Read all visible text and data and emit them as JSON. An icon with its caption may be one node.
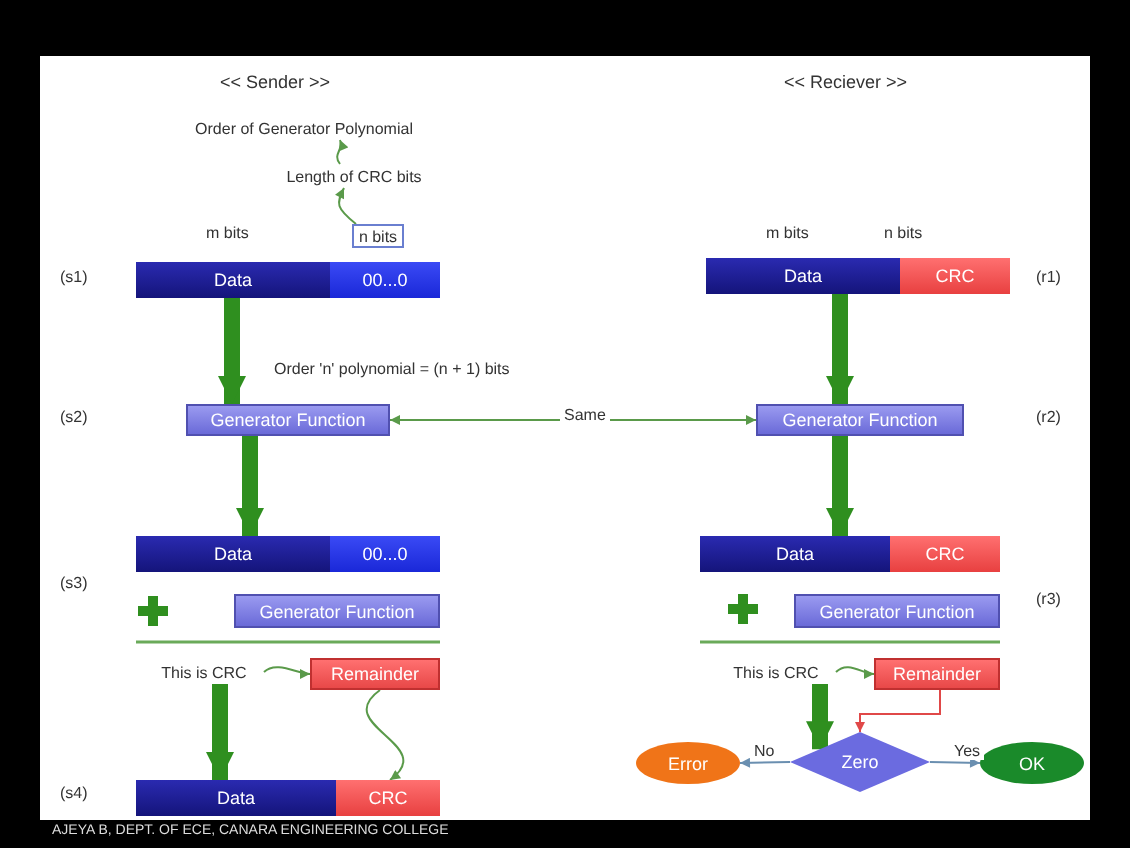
{
  "diagram": {
    "nodes": [
      {
        "text": [
          "Order of Generator Polynomial"
        ]
      },
      {
        "text": [
          "Length of CRC bits"
        ]
      },
      {
        "text": [
          "n bits"
        ]
      },
      {
        "text": [
          "Data"
        ]
      },
      {
        "text": [
          "00...0"
        ]
      },
      {
        "text": [
          "Generator Function"
        ]
      },
      {
        "text": [
          "Data"
        ]
      },
      {
        "text": [
          "00...0"
        ]
      },
      {
        "text": [
          "Generator Function"
        ]
      },
      {
        "text": [
          "This is CRC"
        ]
      },
      {
        "text": [
          "Remainder"
        ]
      },
      {
        "text": [
          "Data"
        ]
      },
      {
        "text": [
          "CRC"
        ]
      },
      {
        "text": [
          "Data"
        ]
      },
      {
        "text": [
          "CRC"
        ]
      },
      {
        "text": [
          "Generator Function"
        ]
      },
      {
        "text": [
          "Data"
        ]
      },
      {
        "text": [
          "CRC"
        ]
      },
      {
        "text": [
          "Generator Function"
        ]
      },
      {
        "text": [
          "This is CRC"
        ]
      },
      {
        "text": [
          "Remainder"
        ]
      },
      {
        "text": [
          "Zero"
        ]
      },
      {
        "text": [
          "Error"
        ]
      },
      {
        "text": [
          "OK"
        ]
      }
    ],
    "edges": [
      {
        "from": 1,
        "to": 0,
        "arrow": "to"
      },
      {
        "from": 2,
        "to": 1,
        "arrow": "to"
      },
      {
        "from": 3,
        "to": 5,
        "arrow": "to",
        "style": "thick",
        "color": "#2f8f1f"
      },
      {
        "from": 5,
        "to": 6,
        "arrow": "to",
        "style": "thick",
        "color": "#2f8f1f"
      },
      {
        "from": 9,
        "to": 10,
        "arrow": "to"
      },
      {
        "from": 9,
        "to": 11,
        "arrow": "to",
        "style": "thick",
        "color": "#2f8f1f"
      },
      {
        "from": 10,
        "to": 12,
        "arrow": "to"
      },
      {
        "from": 5,
        "to": 15,
        "label": "Same",
        "arrow": "both"
      },
      {
        "from": 13,
        "to": 15,
        "arrow": "to",
        "style": "thick",
        "color": "#2f8f1f"
      },
      {
        "from": 15,
        "to": 16,
        "arrow": "to",
        "style": "thick",
        "color": "#2f8f1f"
      },
      {
        "from": 19,
        "to": 20,
        "arrow": "to"
      },
      {
        "from": 19,
        "to": 21,
        "arrow": "to",
        "style": "thick",
        "color": "#2f8f1f"
      },
      {
        "from": 20,
        "to": 21,
        "arrow": "to",
        "color": "#e04848"
      },
      {
        "from": 21,
        "to": 22,
        "label": "No",
        "arrow": "to",
        "color": "#6a8fb0"
      },
      {
        "from": 21,
        "to": 23,
        "label": "Yes",
        "arrow": "to",
        "color": "#6a8fb0"
      }
    ],
    "labels": [
      "<< Sender >>",
      "<< Reciever >>",
      "m bits",
      "m bits",
      "n bits",
      "(s1)",
      "(r1)",
      "Order 'n' polynomial = (n + 1) bits",
      "(s2)",
      "(r2)",
      "(s3)",
      "(r3)",
      "(s4)",
      "AJEYA B, DEPT. OF ECE, CANARA ENGINEERING COLLEGE"
    ]
  }
}
